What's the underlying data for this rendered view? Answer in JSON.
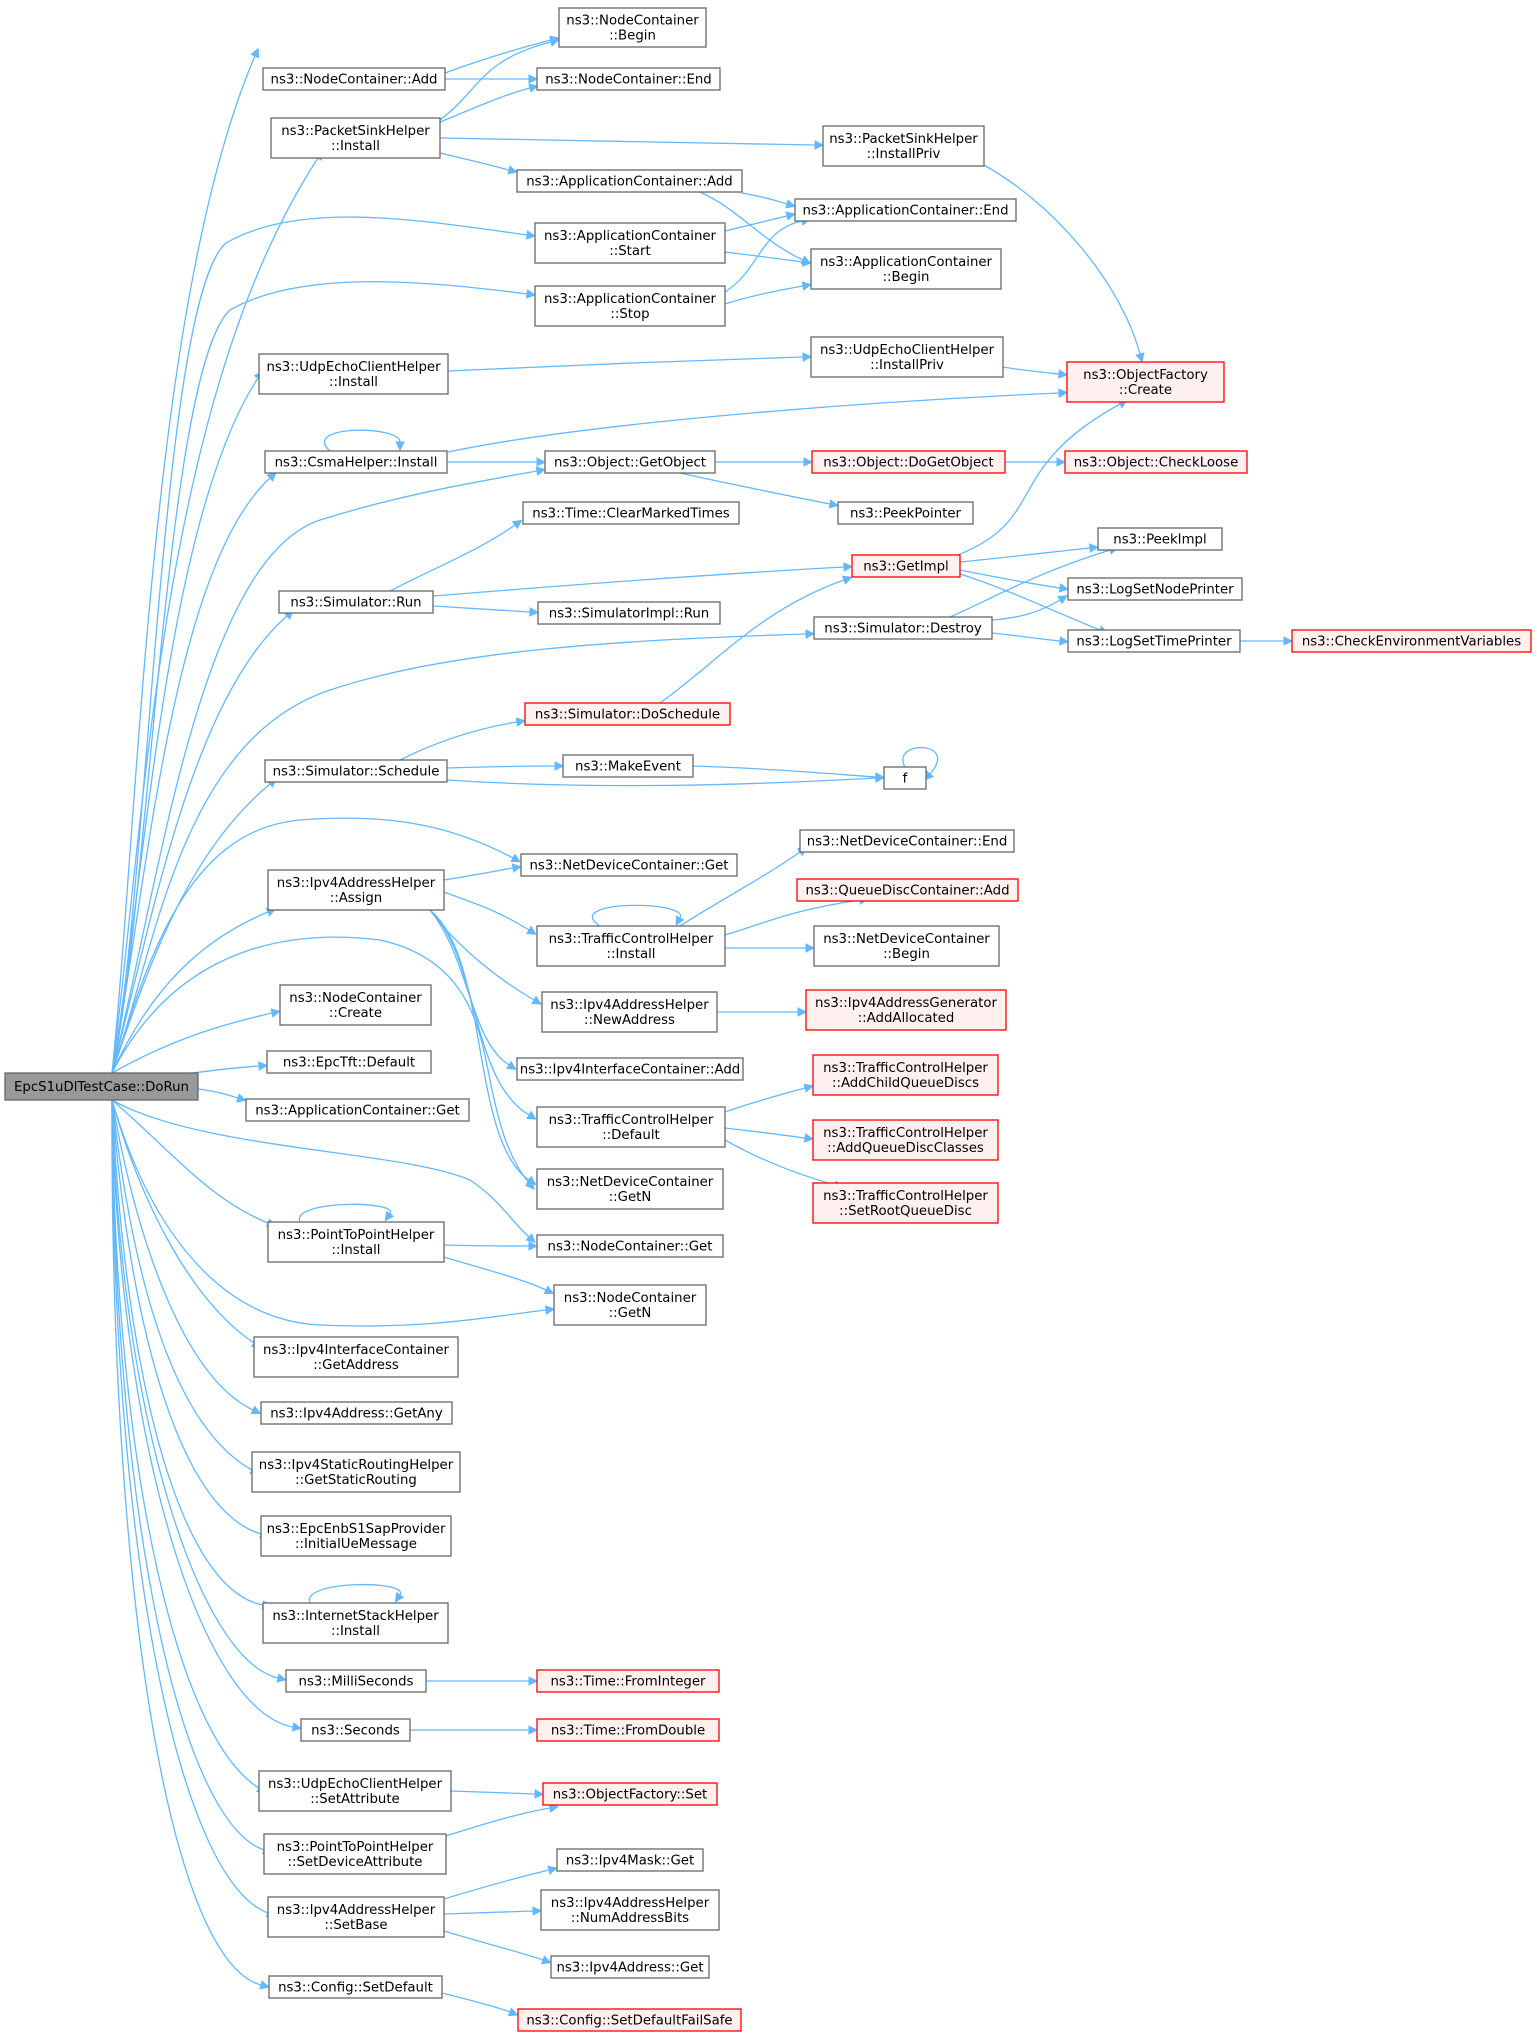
{
  "colors": {
    "edge": "#63b8ff",
    "node_border": "#666666",
    "root_fill": "#999999",
    "red_border": "#ff0000",
    "red_fill": "#fff0f0"
  },
  "nodes": {
    "root": [
      "EpcS1uDlTestCase::DoRun"
    ],
    "nc_add": [
      "ns3::NodeContainer::Add"
    ],
    "nc_begin": [
      "ns3::NodeContainer",
      "::Begin"
    ],
    "nc_end": [
      "ns3::NodeContainer::End"
    ],
    "psh_install": [
      "ns3::PacketSinkHelper",
      "::Install"
    ],
    "psh_installpriv": [
      "ns3::PacketSinkHelper",
      "::InstallPriv"
    ],
    "ac_add": [
      "ns3::ApplicationContainer::Add"
    ],
    "ac_end": [
      "ns3::ApplicationContainer::End"
    ],
    "ac_start": [
      "ns3::ApplicationContainer",
      "::Start"
    ],
    "ac_begin": [
      "ns3::ApplicationContainer",
      "::Begin"
    ],
    "ac_stop": [
      "ns3::ApplicationContainer",
      "::Stop"
    ],
    "uech_install": [
      "ns3::UdpEchoClientHelper",
      "::Install"
    ],
    "uech_installpriv": [
      "ns3::UdpEchoClientHelper",
      "::InstallPriv"
    ],
    "of_create": [
      "ns3::ObjectFactory",
      "::Create"
    ],
    "csma_install": [
      "ns3::CsmaHelper::Install"
    ],
    "obj_getobject": [
      "ns3::Object::GetObject"
    ],
    "obj_dogetobject": [
      "ns3::Object::DoGetObject"
    ],
    "obj_checkloose": [
      "ns3::Object::CheckLoose"
    ],
    "peekpointer": [
      "ns3::PeekPointer"
    ],
    "time_clearmarked": [
      "ns3::Time::ClearMarkedTimes"
    ],
    "getimpl": [
      "ns3::GetImpl"
    ],
    "peekimpl": [
      "ns3::PeekImpl"
    ],
    "sim_run": [
      "ns3::Simulator::Run"
    ],
    "logsetnode": [
      "ns3::LogSetNodePrinter"
    ],
    "simimpl_run": [
      "ns3::SimulatorImpl::Run"
    ],
    "sim_destroy": [
      "ns3::Simulator::Destroy"
    ],
    "logsettime": [
      "ns3::LogSetTimePrinter"
    ],
    "checkenv": [
      "ns3::CheckEnvironmentVariables"
    ],
    "sim_doschedule": [
      "ns3::Simulator::DoSchedule"
    ],
    "sim_schedule": [
      "ns3::Simulator::Schedule"
    ],
    "makeevent": [
      "ns3::MakeEvent"
    ],
    "f": [
      "f"
    ],
    "ndc_end": [
      "ns3::NetDeviceContainer::End"
    ],
    "ndc_get": [
      "ns3::NetDeviceContainer::Get"
    ],
    "ipv4ah_assign": [
      "ns3::Ipv4AddressHelper",
      "::Assign"
    ],
    "qdc_add": [
      "ns3::QueueDiscContainer::Add"
    ],
    "tch_install": [
      "ns3::TrafficControlHelper",
      "::Install"
    ],
    "ndc_begin": [
      "ns3::NetDeviceContainer",
      "::Begin"
    ],
    "ipv4ah_newaddr": [
      "ns3::Ipv4AddressHelper",
      "::NewAddress"
    ],
    "ipv4ag_addalloc": [
      "ns3::Ipv4AddressGenerator",
      "::AddAllocated"
    ],
    "nc_create": [
      "ns3::NodeContainer",
      "::Create"
    ],
    "epctft_default": [
      "ns3::EpcTft::Default"
    ],
    "ipv4ic_add": [
      "ns3::Ipv4InterfaceContainer::Add"
    ],
    "tch_addchild": [
      "ns3::TrafficControlHelper",
      "::AddChildQueueDiscs"
    ],
    "ac_get": [
      "ns3::ApplicationContainer::Get"
    ],
    "tch_default": [
      "ns3::TrafficControlHelper",
      "::Default"
    ],
    "tch_addclasses": [
      "ns3::TrafficControlHelper",
      "::AddQueueDiscClasses"
    ],
    "ndc_getn": [
      "ns3::NetDeviceContainer",
      "::GetN"
    ],
    "tch_setroot": [
      "ns3::TrafficControlHelper",
      "::SetRootQueueDisc"
    ],
    "p2p_install": [
      "ns3::PointToPointHelper",
      "::Install"
    ],
    "nc_get": [
      "ns3::NodeContainer::Get"
    ],
    "nc_getn": [
      "ns3::NodeContainer",
      "::GetN"
    ],
    "ipv4ic_getaddr": [
      "ns3::Ipv4InterfaceContainer",
      "::GetAddress"
    ],
    "ipv4a_getany": [
      "ns3::Ipv4Address::GetAny"
    ],
    "ipv4srh_get": [
      "ns3::Ipv4StaticRoutingHelper",
      "::GetStaticRouting"
    ],
    "epcenb_initial": [
      "ns3::EpcEnbS1SapProvider",
      "::InitialUeMessage"
    ],
    "ish_install": [
      "ns3::InternetStackHelper",
      "::Install"
    ],
    "milliseconds": [
      "ns3::MilliSeconds"
    ],
    "time_frominteger": [
      "ns3::Time::FromInteger"
    ],
    "seconds": [
      "ns3::Seconds"
    ],
    "time_fromdouble": [
      "ns3::Time::FromDouble"
    ],
    "uech_setattr": [
      "ns3::UdpEchoClientHelper",
      "::SetAttribute"
    ],
    "of_set": [
      "ns3::ObjectFactory::Set"
    ],
    "p2p_setdevattr": [
      "ns3::PointToPointHelper",
      "::SetDeviceAttribute"
    ],
    "ipv4mask_get": [
      "ns3::Ipv4Mask::Get"
    ],
    "ipv4ah_setbase": [
      "ns3::Ipv4AddressHelper",
      "::SetBase"
    ],
    "ipv4ah_numbits": [
      "ns3::Ipv4AddressHelper",
      "::NumAddressBits"
    ],
    "ipv4a_get": [
      "ns3::Ipv4Address::Get"
    ],
    "cfg_setdefault": [
      "ns3::Config::SetDefault"
    ],
    "cfg_setdefaultfs": [
      "ns3::Config::SetDefaultFailSafe"
    ]
  }
}
